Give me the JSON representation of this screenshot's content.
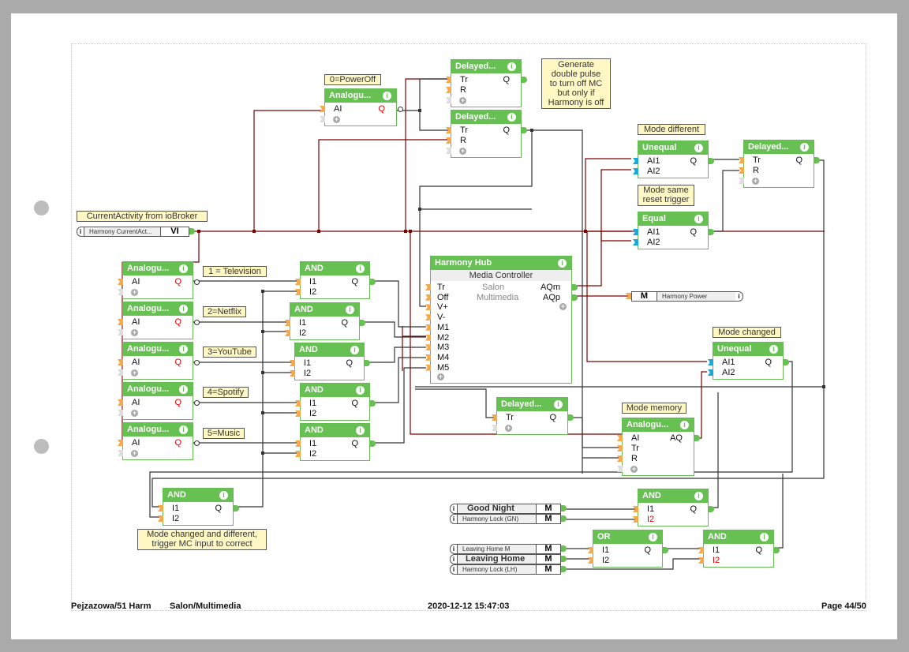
{
  "footer": {
    "project": "Pejzazowa/51 Harm",
    "room": "Salon/Multimedia",
    "timestamp": "2020-12-12 15:47:03",
    "page": "Page 44/50"
  },
  "colors": {
    "block_header": "#66c052",
    "note_background": "#fff8c4",
    "analog_wire": "#7a0000",
    "digital_wire": "#333333",
    "input_pin": "#f5a948",
    "analog_input_pin": "#1aa8d8"
  },
  "notes": {
    "power_off": "0=PowerOff",
    "double_pulse": [
      "Generate",
      "double pulse",
      "to turn off MC",
      "but only if",
      "Harmony is off"
    ],
    "mode_different": "Mode different",
    "mode_same": [
      "Mode same",
      "reset trigger"
    ],
    "current_activity": "CurrentActivity from ioBroker",
    "tv": "1 = Television",
    "netflix": "2=Netflix",
    "youtube": "3=YouTube",
    "spotify": "4=Spotify",
    "music": "5=Music",
    "mode_changed": "Mode changed",
    "mode_memory": "Mode memory",
    "mode_changed_diff": [
      "Mode changed and different,",
      "trigger MC input to correct"
    ]
  },
  "io": {
    "current_activity": {
      "label": "Harmony  CurrentAct...",
      "type": "VI",
      "icon": "info-icon"
    },
    "harmony_power": {
      "label": "Harmony Power",
      "type": "M",
      "icon": "info-icon"
    },
    "good_night": {
      "label": "Good Night",
      "type": "M",
      "icon": "info-icon"
    },
    "harmony_lock_gn": {
      "label": "Harmony Lock (GN)",
      "type": "M",
      "icon": "info-icon"
    },
    "leaving_home_m": {
      "label": "Leaving Home M",
      "type": "M",
      "icon": "info-icon"
    },
    "leaving_home": {
      "label": "Leaving Home",
      "type": "M",
      "icon": "info-icon"
    },
    "harmony_lock_lh": {
      "label": "Harmony Lock (LH)",
      "type": "M",
      "icon": "info-icon"
    }
  },
  "blocks": {
    "analog_poweroff": {
      "title": "Analogu...",
      "inputs": [
        "AI"
      ],
      "outputs": [
        "Q"
      ]
    },
    "delayed1": {
      "title": "Delayed...",
      "inputs": [
        "Tr",
        "R"
      ],
      "outputs": [
        "Q"
      ]
    },
    "delayed2": {
      "title": "Delayed...",
      "inputs": [
        "Tr",
        "R"
      ],
      "outputs": [
        "Q"
      ]
    },
    "unequal1": {
      "title": "Unequal",
      "inputs": [
        "AI1",
        "AI2"
      ],
      "outputs": [
        "Q"
      ]
    },
    "equal1": {
      "title": "Equal",
      "inputs": [
        "AI1",
        "AI2"
      ],
      "outputs": [
        "Q"
      ]
    },
    "delayed3": {
      "title": "Delayed...",
      "inputs": [
        "Tr",
        "R"
      ],
      "outputs": [
        "Q"
      ]
    },
    "analog1": {
      "title": "Analogu...",
      "inputs": [
        "AI"
      ],
      "outputs": [
        "Q"
      ]
    },
    "analog2": {
      "title": "Analogu...",
      "inputs": [
        "AI"
      ],
      "outputs": [
        "Q"
      ]
    },
    "analog3": {
      "title": "Analogu...",
      "inputs": [
        "AI"
      ],
      "outputs": [
        "Q"
      ]
    },
    "analog4": {
      "title": "Analogu...",
      "inputs": [
        "AI"
      ],
      "outputs": [
        "Q"
      ]
    },
    "analog5": {
      "title": "Analogu...",
      "inputs": [
        "AI"
      ],
      "outputs": [
        "Q"
      ]
    },
    "and1": {
      "title": "AND",
      "inputs": [
        "I1",
        "I2"
      ],
      "outputs": [
        "Q"
      ]
    },
    "and2": {
      "title": "AND",
      "inputs": [
        "I1",
        "I2"
      ],
      "outputs": [
        "Q"
      ]
    },
    "and3": {
      "title": "AND",
      "inputs": [
        "I1",
        "I2"
      ],
      "outputs": [
        "Q"
      ]
    },
    "and4": {
      "title": "AND",
      "inputs": [
        "I1",
        "I2"
      ],
      "outputs": [
        "Q"
      ]
    },
    "and5": {
      "title": "AND",
      "inputs": [
        "I1",
        "I2"
      ],
      "outputs": [
        "Q"
      ]
    },
    "harmony_hub": {
      "title": "Harmony Hub",
      "subtitle": "Media Controller",
      "room": "Salon",
      "category": "Multimedia",
      "inputs": [
        "Tr",
        "Off",
        "V+",
        "V-",
        "M1",
        "M2",
        "M3",
        "M4",
        "M5"
      ],
      "outputs": [
        "AQm",
        "AQp"
      ]
    },
    "unequal2": {
      "title": "Unequal",
      "inputs": [
        "AI1",
        "AI2"
      ],
      "outputs": [
        "Q"
      ]
    },
    "delayed4": {
      "title": "Delayed...",
      "inputs": [
        "Tr"
      ],
      "outputs": [
        "Q"
      ]
    },
    "analog_memory": {
      "title": "Analogu...",
      "inputs": [
        "AI",
        "Tr",
        "R"
      ],
      "outputs": [
        "AQ"
      ]
    },
    "and6": {
      "title": "AND",
      "inputs": [
        "I1",
        "I2"
      ],
      "outputs": [
        "Q"
      ]
    },
    "and_gn": {
      "title": "AND",
      "inputs": [
        "I1",
        "I2"
      ],
      "outputs": [
        "Q"
      ]
    },
    "or_lh": {
      "title": "OR",
      "inputs": [
        "I1",
        "I2"
      ],
      "outputs": [
        "Q"
      ]
    },
    "and_lh": {
      "title": "AND",
      "inputs": [
        "I1",
        "I2"
      ],
      "outputs": [
        "Q"
      ]
    }
  },
  "icons": {
    "info": "i",
    "add": "+"
  }
}
